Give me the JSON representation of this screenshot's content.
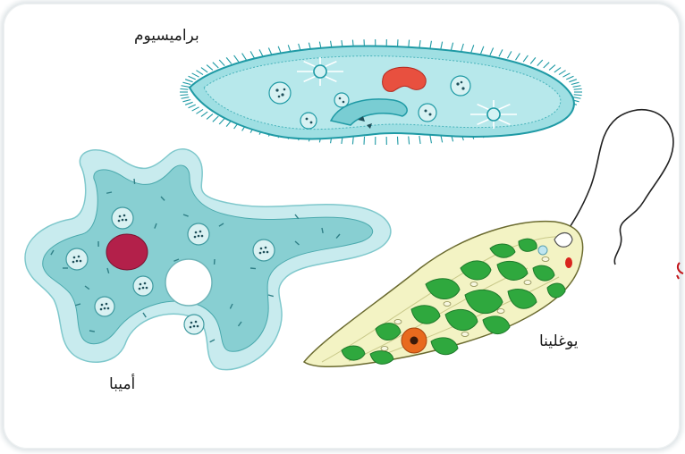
{
  "labels": {
    "paramecium": "براميسيوم",
    "amoeba": "أميبا",
    "euglena": "يوغلينا"
  },
  "colors": {
    "paramecium_body": "#9fdfe3",
    "paramecium_outline": "#1f9aa5",
    "amoeba_ectoplasm": "#c8ebee",
    "amoeba_endoplasm": "#88cfd2",
    "amoeba_nucleus": "#b3204a",
    "euglena_body": "#f3f3c4",
    "euglena_chloroplast": "#2fa83e",
    "euglena_nucleus": "#e86a1e",
    "eyespot": "#d9251d",
    "edge_mark": "#c3151a"
  }
}
